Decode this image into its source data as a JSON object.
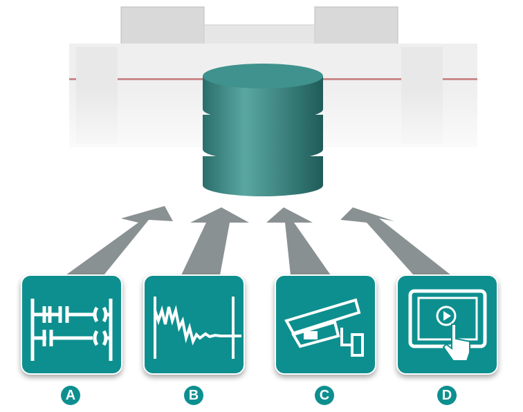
{
  "panels": [
    {
      "label": "A",
      "icon": "ladder-logic-icon"
    },
    {
      "label": "B",
      "icon": "signal-waveform-icon"
    },
    {
      "label": "C",
      "icon": "security-camera-icon"
    },
    {
      "label": "D",
      "icon": "touchscreen-video-icon"
    }
  ],
  "colors": {
    "teal": "#0e8f8f",
    "arrow": "#7d8587",
    "db": "#3d8c88"
  }
}
